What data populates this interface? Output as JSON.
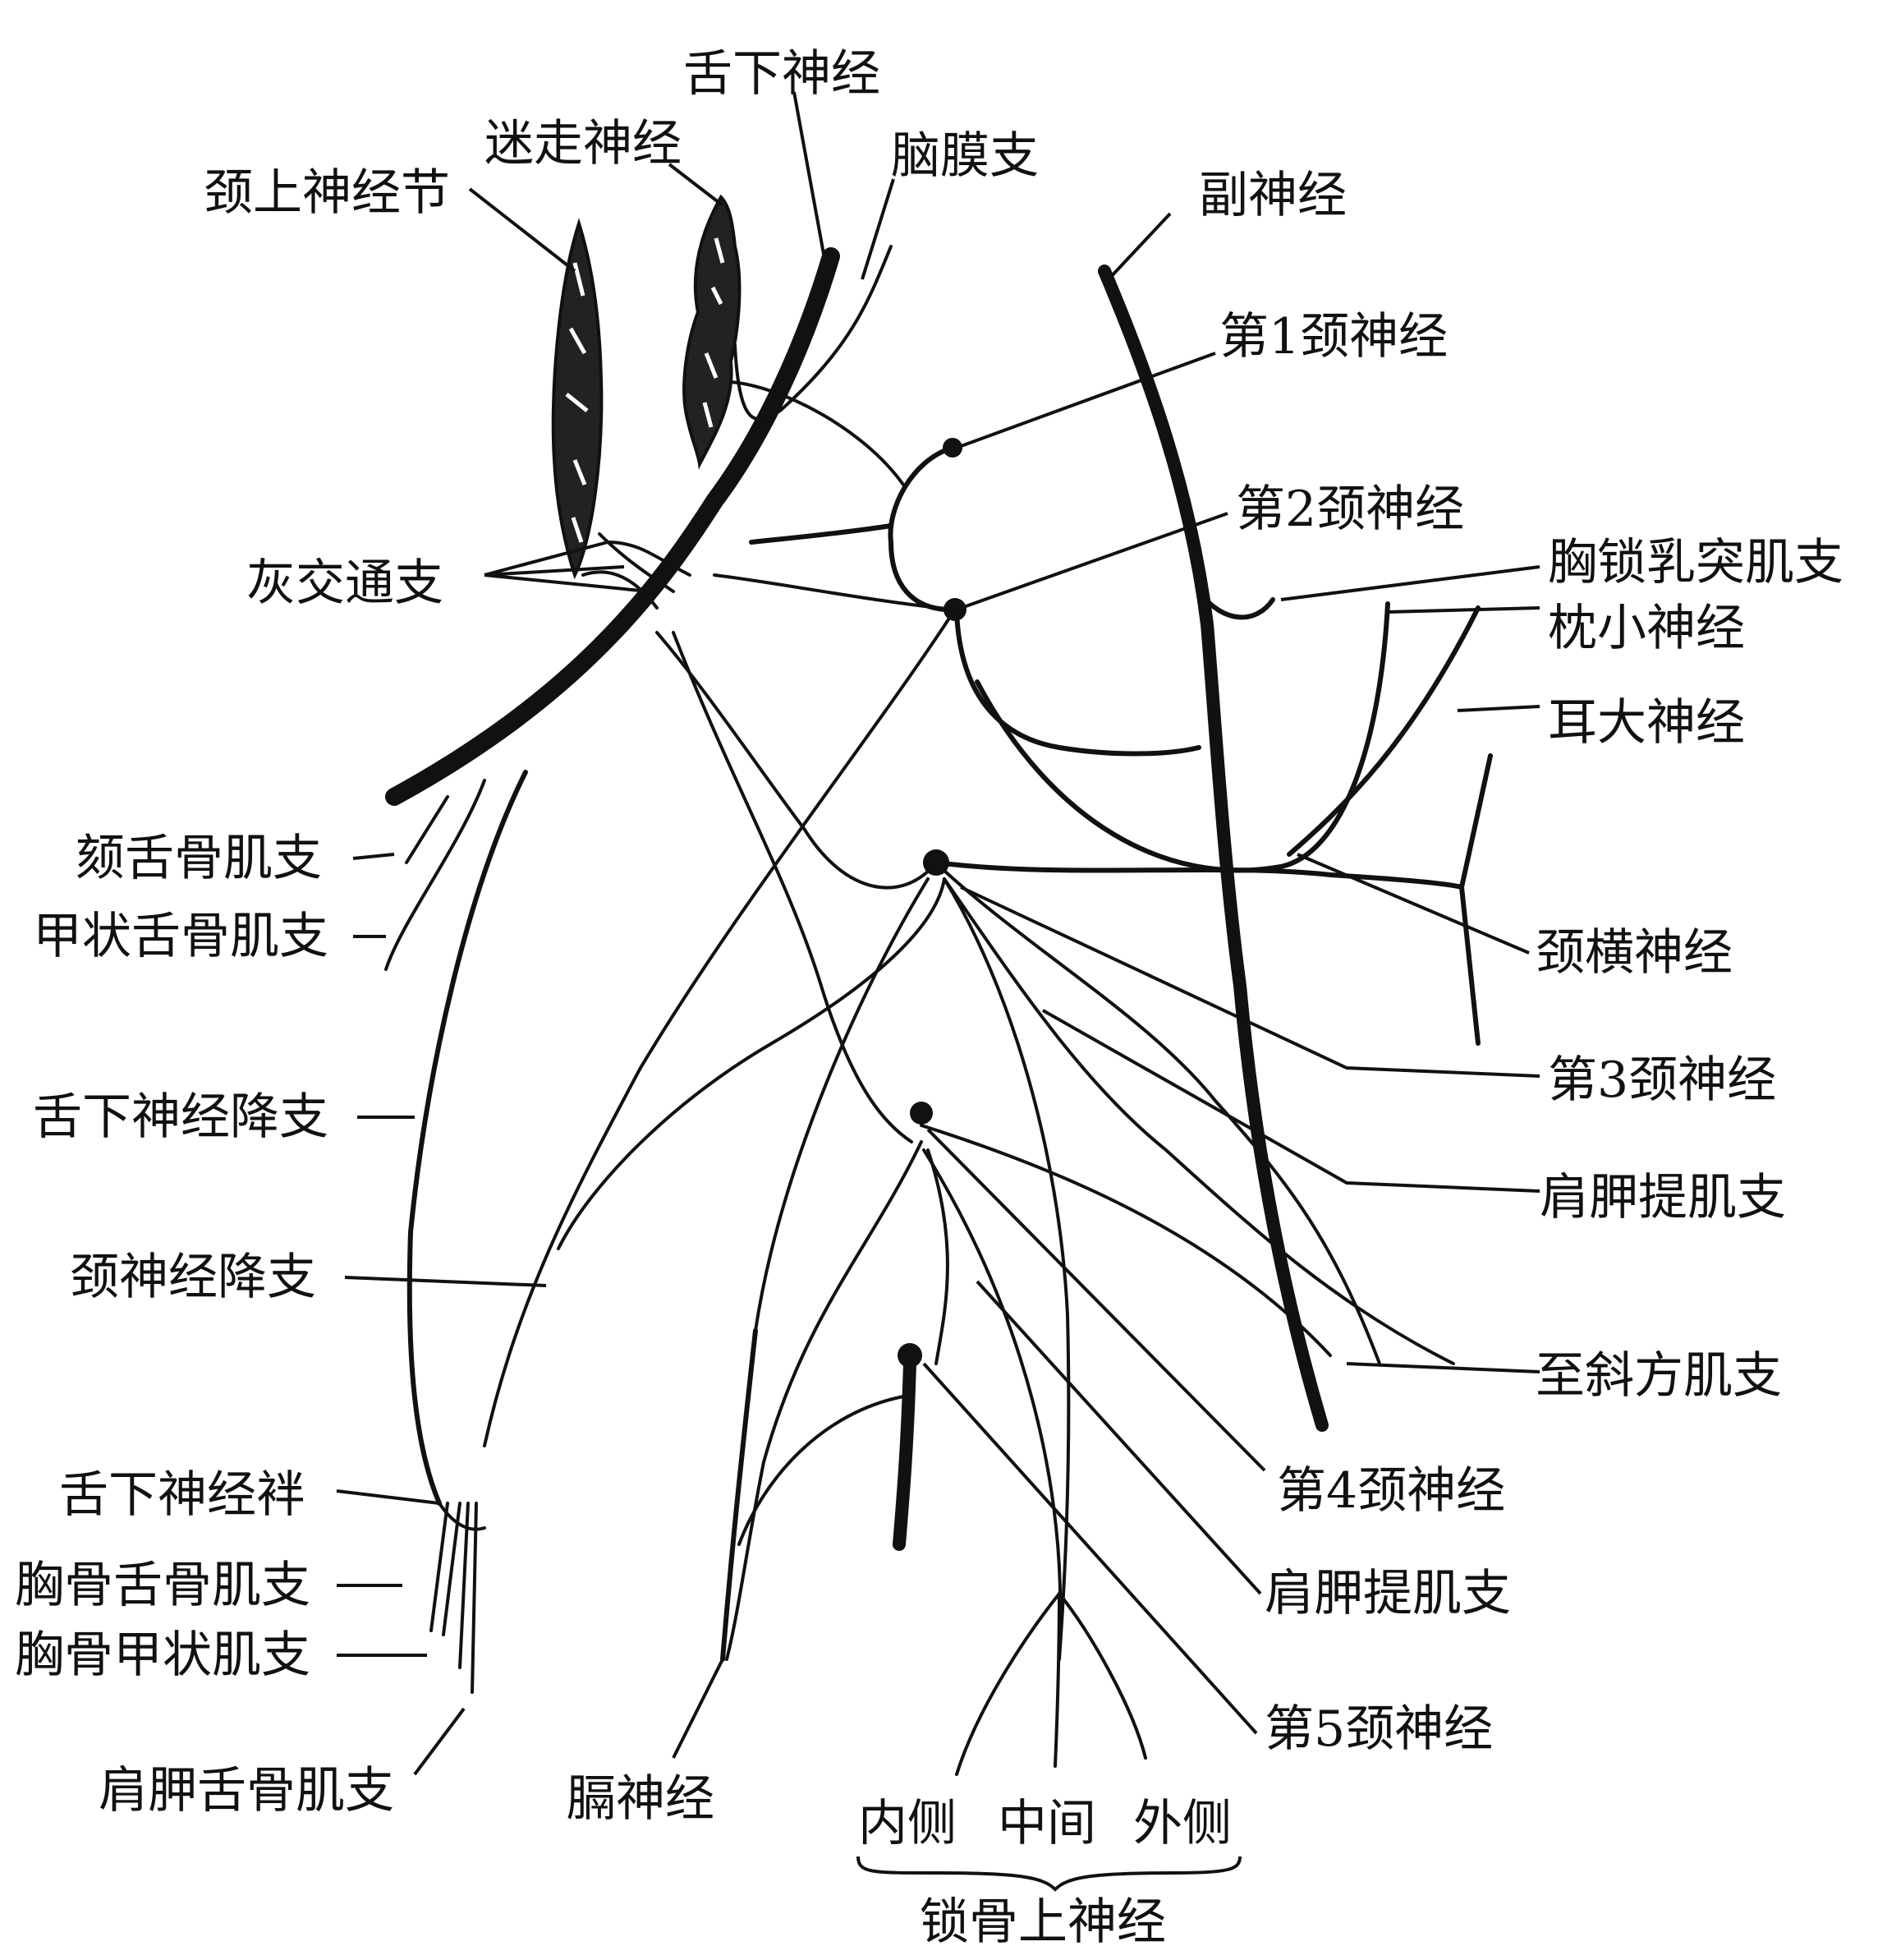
{
  "labels": {
    "hypoglossal": "舌下神经",
    "vagus": "迷走神经",
    "meningeal": "脑膜支",
    "superior_cervical_ganglion": "颈上神经节",
    "accessory": "副神经",
    "c1": "第1颈神经",
    "c2": "第2颈神经",
    "gray_rami": "灰交通支",
    "scm_branch": "胸锁乳突肌支",
    "lesser_occipital": "枕小神经",
    "great_auricular": "耳大神经",
    "geniohyoid": "颏舌骨肌支",
    "thyrohyoid": "甲状舌骨肌支",
    "transverse_cervical": "颈横神经",
    "descending_hypoglossal": "舌下神经降支",
    "c3": "第3颈神经",
    "levator_scapulae_1": "肩胛提肌支",
    "descending_cervical": "颈神经降支",
    "trapezius": "至斜方肌支",
    "ansa": "舌下神经袢",
    "c4": "第4颈神经",
    "sternohyoid": "胸骨舌骨肌支",
    "levator_scapulae_2": "肩胛提肌支",
    "sternothyroid": "胸骨甲状肌支",
    "omohyoid": "肩胛舌骨肌支",
    "c5": "第5颈神经",
    "phrenic": "膈神经",
    "medial": "内侧",
    "intermediate": "中间",
    "lateral": "外侧",
    "supraclavicular": "锁骨上神经"
  }
}
